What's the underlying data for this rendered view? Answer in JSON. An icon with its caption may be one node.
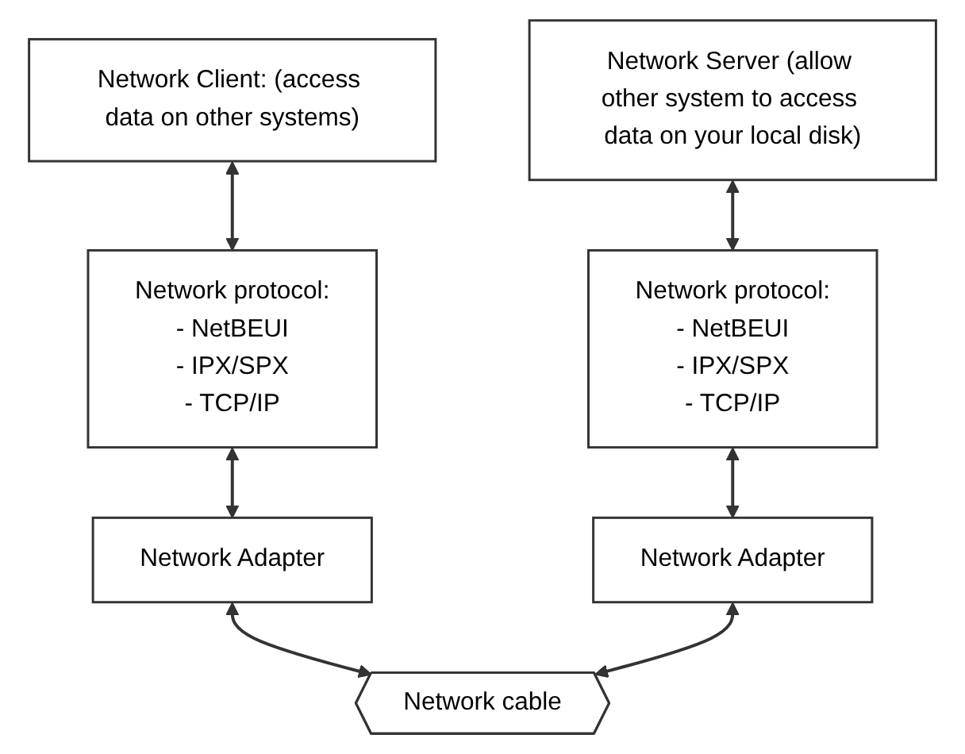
{
  "diagram": {
    "nodes": [
      {
        "text": [
          "Network Client: (access data on other systems)"
        ]
      },
      {
        "text": [
          "Network Server (allow other system to access data on your local disk)"
        ]
      },
      {
        "text": [
          "Network protocol:",
          "- NetBEUI",
          "- IPX/SPX",
          "- TCP/IP"
        ]
      },
      {
        "text": [
          "Network protocol:",
          "- NetBEUI",
          "- IPX/SPX",
          "- TCP/IP"
        ]
      },
      {
        "text": [
          "Network Adapter"
        ]
      },
      {
        "text": [
          "Network Adapter"
        ]
      },
      {
        "text": [
          "Network cable"
        ]
      }
    ],
    "edges": [
      {
        "from": 0,
        "to": 2,
        "arrow": "both"
      },
      {
        "from": 1,
        "to": 3,
        "arrow": "both"
      },
      {
        "from": 2,
        "to": 4,
        "arrow": "both"
      },
      {
        "from": 3,
        "to": 5,
        "arrow": "both"
      },
      {
        "from": 4,
        "to": 6,
        "arrow": "both"
      },
      {
        "from": 5,
        "to": 6,
        "arrow": "both"
      }
    ]
  }
}
